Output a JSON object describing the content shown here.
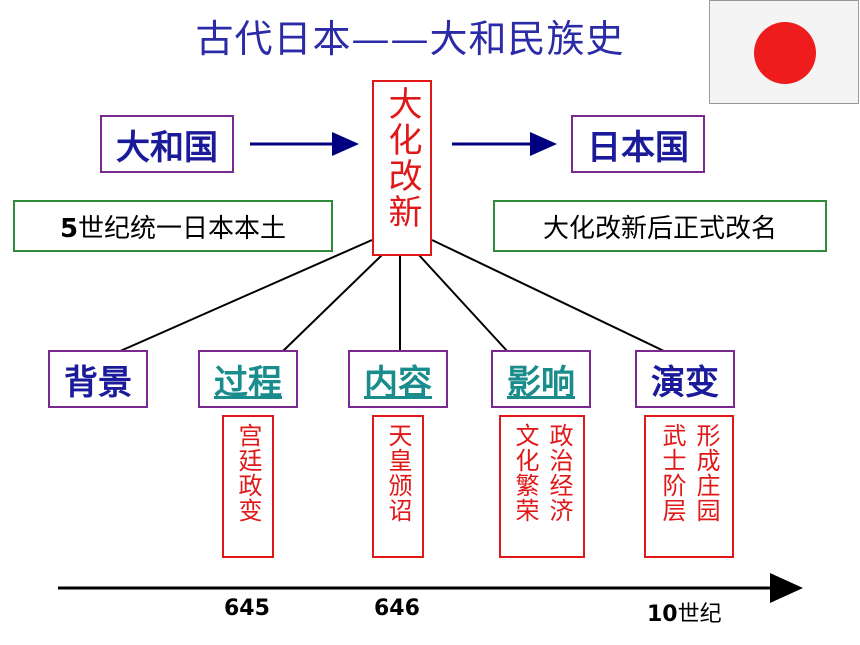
{
  "title": "古代日本——大和民族史",
  "flag_icon": "japan-flag-icon",
  "center": "大化改新",
  "left_top": "大和国",
  "right_top": "日本国",
  "left_note_bold": "5",
  "left_note_rest": "世纪统一日本本土",
  "right_note": "大化改新后正式改名",
  "branches": [
    {
      "label": "背景",
      "style": "dark"
    },
    {
      "label": "过程",
      "style": "link",
      "detail": "宫廷政变"
    },
    {
      "label": "内容",
      "style": "link",
      "detail": "天皇颁诏"
    },
    {
      "label": "影响",
      "style": "link",
      "detail_col1": "政治经济",
      "detail_col2": "文化繁荣"
    },
    {
      "label": "演变",
      "style": "dark",
      "detail_col1": "形成庄园",
      "detail_col2": "武士阶层"
    }
  ],
  "timeline": {
    "t1": "645",
    "t2": "646",
    "t3_num": "10",
    "t3_unit": "世纪"
  },
  "colors": {
    "title": "#2b2ba8",
    "red": "#e01818",
    "purple": "#7a2a8e",
    "green": "#2e8b3a",
    "link": "#1b8c8c"
  }
}
